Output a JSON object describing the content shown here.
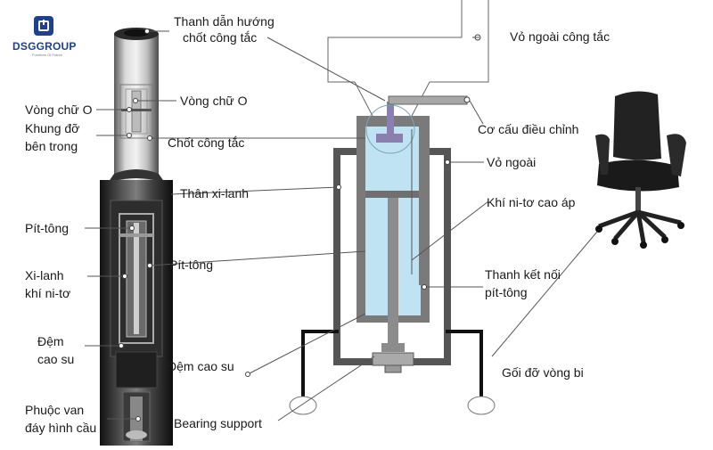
{
  "logo": {
    "brand": "DSGGROUP",
    "tagline": "Furniture Of Future",
    "color": "#1f3f8f"
  },
  "labels": {
    "thanh_dan_huong_1": "Thanh dẫn hướng",
    "thanh_dan_huong_2": "chốt công tắc",
    "vo_ngoai_cong_tac": "Vỏ ngoài  công tắc",
    "vong_chu_o_left": "Vòng chữ O",
    "vong_chu_o_center": "Vòng chữ O",
    "co_cau_dieu_chinh": "Cơ cấu điều chỉnh",
    "khung_do_1": "Khung đỡ",
    "khung_do_2": "bên trong",
    "chot_cong_tac": "Chốt công tắc",
    "vo_ngoai": "Vỏ ngoài",
    "than_xi_lanh": "Thân xi-lanh",
    "khi_ni_to": "Khí ni-tơ cao áp",
    "pit_tong_left": "Pít-tông",
    "pit_tong_center": "Pít-tông",
    "thanh_ket_noi_1": "Thanh kết nối",
    "thanh_ket_noi_2": "pít-tông",
    "xi_lanh_1": "Xi-lanh",
    "xi_lanh_2": "khí ni-tơ",
    "dem_cao_su_left_1": "Đệm",
    "dem_cao_su_left_2": "cao su",
    "dem_cao_su_center": "Đệm cao su",
    "goi_do_vong_bi": "Gối đỡ vòng bi",
    "phuoc_van_1": "Phuộc van",
    "phuoc_van_2": "đáy hình cầu",
    "bearing_support": "Bearing support"
  },
  "colors": {
    "gas": "#bfe3f2",
    "housing": "#6f6f6f",
    "rod": "#8c8c8c",
    "pin": "#8b7fb0",
    "line": "#555555"
  }
}
